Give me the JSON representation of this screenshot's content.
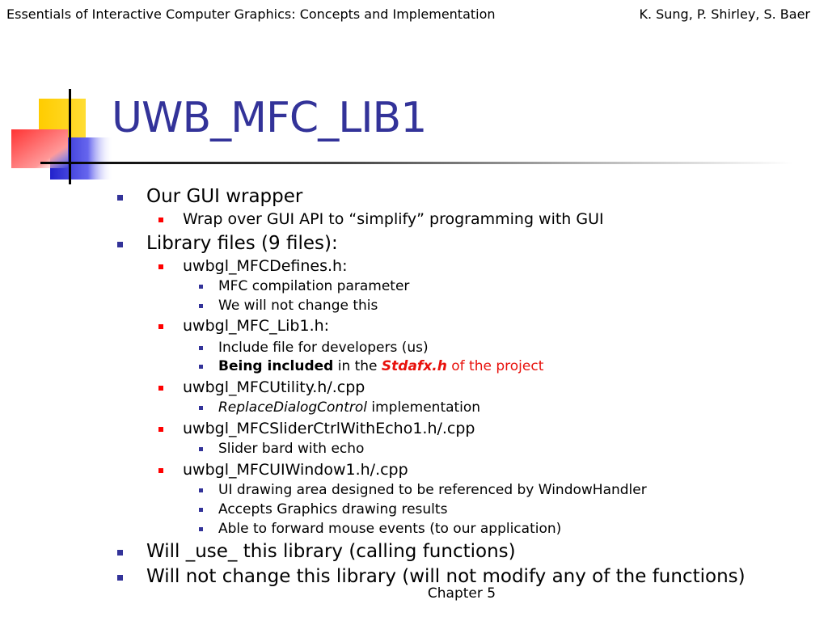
{
  "header": {
    "book_title": "Essentials of Interactive Computer Graphics: Concepts and Implementation",
    "authors": "K. Sung, P. Shirley, S. Baer"
  },
  "slide": {
    "title": "UWB_MFC_LIB1"
  },
  "bullets": {
    "b1": "Our GUI wrapper",
    "b1_1": "Wrap over GUI API to “simplify” programming with GUI",
    "b2": "Library files (9 files):",
    "b2_1": "uwbgl_MFCDefines.h:",
    "b2_1_1": "MFC compilation parameter",
    "b2_1_2": "We will not change this",
    "b2_2": "uwbgl_MFC_Lib1.h:",
    "b2_2_1": "Include file for developers (us)",
    "b2_2_2_part1": "Being included",
    "b2_2_2_part2": " in the ",
    "b2_2_2_part3": "Stdafx.h",
    "b2_2_2_part4": " of the project",
    "b2_3": "uwbgl_MFCUtility.h/.cpp",
    "b2_3_1_part1": "ReplaceDialogControl",
    "b2_3_1_part2": " implementation",
    "b2_4": "uwbgl_MFCSliderCtrlWithEcho1.h/.cpp",
    "b2_4_1": "Slider bard with echo",
    "b2_5": "uwbgl_MFCUIWindow1.h/.cpp",
    "b2_5_1": "UI drawing area designed to be referenced by WindowHandler",
    "b2_5_2": "Accepts Graphics drawing results",
    "b2_5_3": "Able to forward mouse events (to our application)",
    "b3": "Will _use_ this library (calling functions)",
    "b4": "Will not change this library (will not modify any of the functions)"
  },
  "footer": {
    "chapter": "Chapter 5"
  },
  "colors": {
    "title": "#333399",
    "bullet_level1": "#333399",
    "bullet_level2": "#ff0000",
    "highlight": "#e8110c"
  }
}
